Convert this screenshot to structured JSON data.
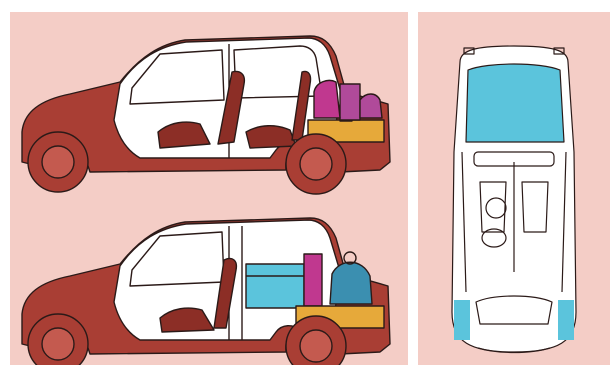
{
  "colors": {
    "background": "#f4cdc6",
    "body": "#a93e34",
    "body_dark": "#8c2e26",
    "glass": "#ffffff",
    "outline": "#2b1a18",
    "luggage_magenta": "#c0388f",
    "luggage_purple": "#b04a9a",
    "luggage_yellow": "#e6a93a",
    "luggage_blue": "#5bc4dc",
    "luggage_teal": "#3b8fb0"
  },
  "illustrations": [
    {
      "view": "side",
      "configuration": "rear-seat-up"
    },
    {
      "view": "side",
      "configuration": "rear-seat-folded"
    },
    {
      "view": "top",
      "configuration": "plan"
    }
  ],
  "icons": [
    "car-side-seat-up-illustration",
    "car-side-seat-folded-illustration",
    "car-top-plan-illustration"
  ]
}
